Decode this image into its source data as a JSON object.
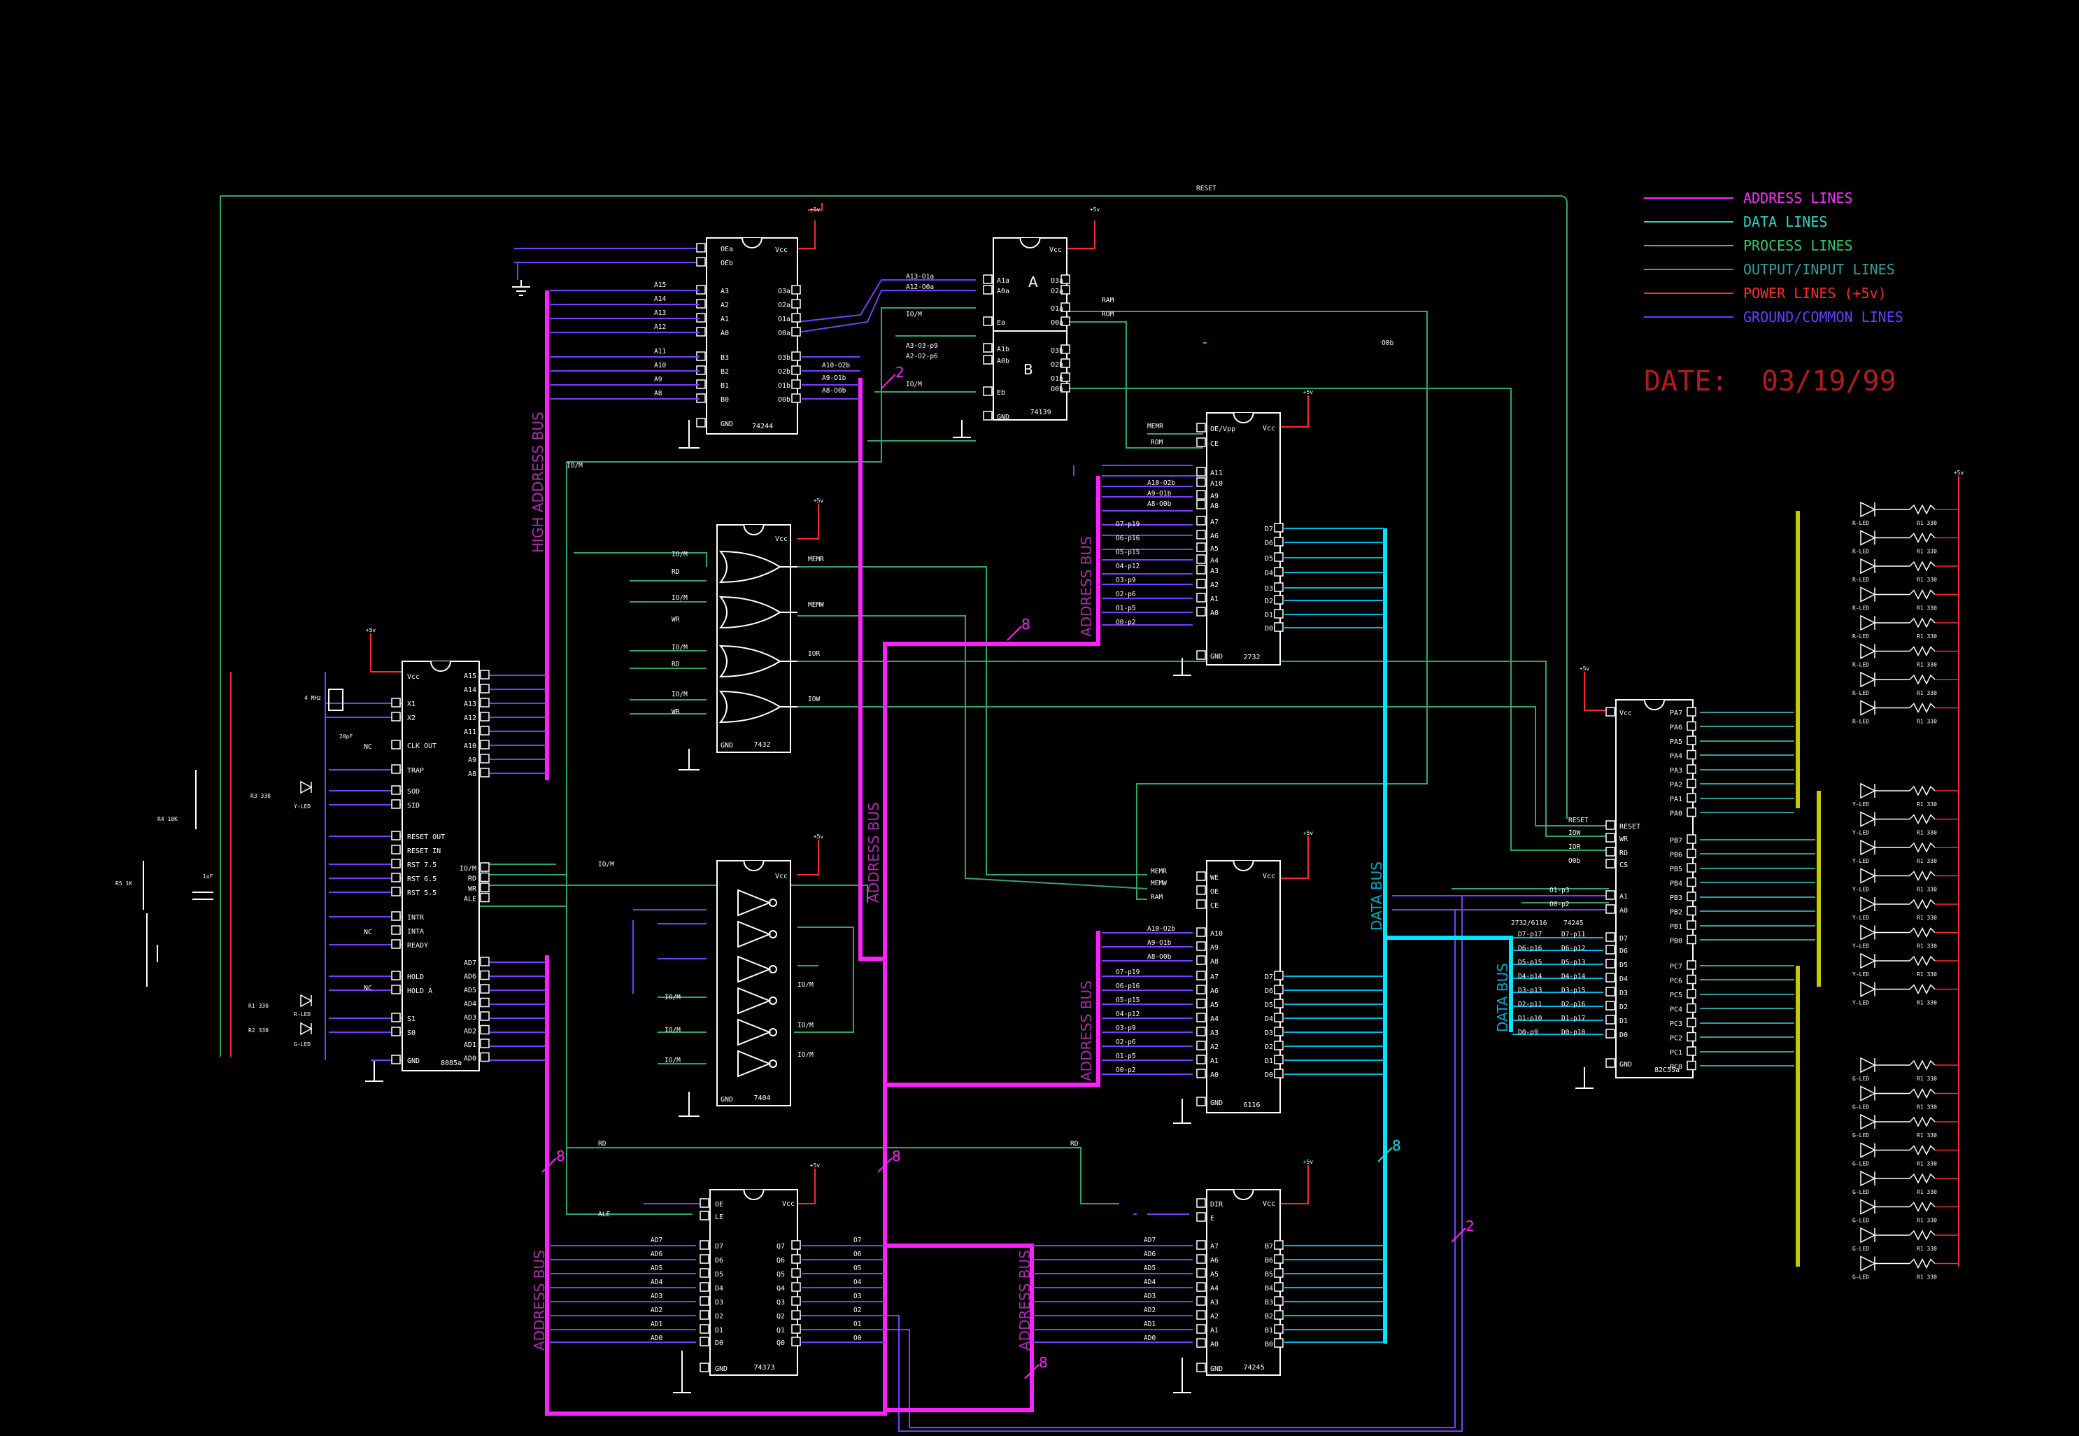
{
  "legend": [
    {
      "label": "ADDRESS LINES",
      "color": "#ff2bff"
    },
    {
      "label": "DATA LINES",
      "color": "#2bd4c8"
    },
    {
      "label": "PROCESS LINES",
      "color": "#2ec86a"
    },
    {
      "label": "OUTPUT/INPUT LINES",
      "color": "#2ea0a0"
    },
    {
      "label": "POWER LINES (+5v)",
      "color": "#ff2a2a"
    },
    {
      "label": "GROUND/COMMON LINES",
      "color": "#6a3cff"
    }
  ],
  "date": {
    "label": "DATE:",
    "value": "03/19/99"
  },
  "wire_labels": {
    "reset": "RESET",
    "io_m": "IO/M",
    "rd": "RD",
    "ale": "ALE",
    "ram": "RAM",
    "rom": "ROM",
    "o0b": "O0b",
    "memr": "MEMR",
    "memw": "MEMW",
    "ior": "IOR",
    "iow": "IOW",
    "wr": "WR",
    "crystal": "4 MHz",
    "cap20": "20pF",
    "cap1u": "1uF",
    "r4": "R4 10K",
    "r5": "R5 1K",
    "r3": "R3 330",
    "r1": "R1 330",
    "r2": "R2 330",
    "yled": "Y-LED",
    "rled": "R-LED",
    "gled": "G-LED",
    "vcc5": "+5v",
    "nc": "NC",
    "count8": "8",
    "count2": "2",
    "o1p3": "O1-p3",
    "o0p2": "O0-p2"
  },
  "bus_labels": {
    "high_address": "HIGH ADDRESS BUS",
    "address": "ADDRESS BUS",
    "data": "DATA BUS"
  },
  "chips": {
    "u8085": {
      "name": "8085a",
      "left": [
        "X1",
        "X2",
        "CLK OUT",
        "TRAP",
        "SOD",
        "SID",
        "RESET OUT",
        "RESET IN",
        "RST 7.5",
        "RST 6.5",
        "RST 5.5",
        "INTR",
        "INTA",
        "READY",
        "HOLD",
        "HOLD A",
        "S1",
        "S0",
        "GND"
      ],
      "right_top": [
        "A15",
        "A14",
        "A13",
        "A12",
        "A11",
        "A10",
        "A9",
        "A8"
      ],
      "right_mid": [
        "IO/M",
        "RD",
        "WR",
        "ALE"
      ],
      "right_bot": [
        "AD7",
        "AD6",
        "AD5",
        "AD4",
        "AD3",
        "AD2",
        "AD1",
        "AD0"
      ],
      "vcc": "Vcc"
    },
    "u74244": {
      "name": "74244",
      "left": [
        "OEa",
        "OEb",
        "A3",
        "A2",
        "A1",
        "A0",
        "B3",
        "B2",
        "B1",
        "B0",
        "GND"
      ],
      "right": [
        "O3a",
        "O2a",
        "O1a",
        "O0a",
        "O3b",
        "O2b",
        "O1b",
        "O0b"
      ],
      "vcc": "Vcc"
    },
    "u74139": {
      "name": "74139",
      "left": [
        "A1a",
        "A0a",
        "Ea",
        "A1b",
        "A0b",
        "Eb",
        "GND"
      ],
      "right": [
        "O3a",
        "O2a",
        "O1a",
        "O0a",
        "O3b",
        "O2b",
        "O1b",
        "O0b"
      ],
      "unit_a": "A",
      "unit_b": "B",
      "vcc": "Vcc"
    },
    "u7432": {
      "name": "7432",
      "vcc": "Vcc",
      "gnd": "GND",
      "outs": [
        "MEMR",
        "MEMW",
        "IOR",
        "IOW"
      ]
    },
    "u7404": {
      "name": "7404",
      "vcc": "Vcc",
      "gnd": "GND"
    },
    "u2732": {
      "name": "2732",
      "left": [
        "OE/Vpp",
        "CE",
        "A11",
        "A10",
        "A9",
        "A8",
        "A7",
        "A6",
        "A5",
        "A4",
        "A3",
        "A2",
        "A1",
        "A0",
        "GND"
      ],
      "right": [
        "D7",
        "D6",
        "D5",
        "D4",
        "D3",
        "D2",
        "D1",
        "D0"
      ],
      "vcc": "Vcc"
    },
    "u6116": {
      "name": "6116",
      "left": [
        "WE",
        "OE",
        "CE",
        "A10",
        "A9",
        "A8",
        "A7",
        "A6",
        "A5",
        "A4",
        "A3",
        "A2",
        "A1",
        "A0",
        "GND"
      ],
      "right": [
        "D7",
        "D6",
        "D5",
        "D4",
        "D3",
        "D2",
        "D1",
        "D0"
      ],
      "vcc": "Vcc"
    },
    "u74373": {
      "name": "74373",
      "left": [
        "OE",
        "LE",
        "D7",
        "D6",
        "D5",
        "D4",
        "D3",
        "D2",
        "D1",
        "D0",
        "GND"
      ],
      "right": [
        "Q7",
        "Q6",
        "Q5",
        "Q4",
        "Q3",
        "Q2",
        "Q1",
        "Q0"
      ],
      "vcc": "Vcc"
    },
    "u74245": {
      "name": "74245",
      "left": [
        "DIR",
        "E",
        "A7",
        "A6",
        "A5",
        "A4",
        "A3",
        "A2",
        "A1",
        "A0",
        "GND"
      ],
      "right": [
        "B7",
        "B6",
        "B5",
        "B4",
        "B3",
        "B2",
        "B1",
        "B0"
      ],
      "vcc": "Vcc"
    },
    "u8255": {
      "name": "82C55a",
      "left": [
        "Vcc",
        "RESET",
        "WR",
        "RD",
        "CS",
        "A1",
        "A0",
        "D7",
        "D6",
        "D5",
        "D4",
        "D3",
        "D2",
        "D1",
        "D0",
        "GND"
      ],
      "right_a": [
        "PA7",
        "PA6",
        "PA5",
        "PA4",
        "PA3",
        "PA2",
        "PA1",
        "PA0"
      ],
      "right_b": [
        "PB7",
        "PB6",
        "PB5",
        "PB4",
        "PB3",
        "PB2",
        "PB1",
        "PB0"
      ],
      "right_c": [
        "PC7",
        "PC6",
        "PC5",
        "PC4",
        "PC3",
        "PC2",
        "PC1",
        "PC0"
      ]
    }
  },
  "signal_tables": {
    "hi_addr": [
      "A15",
      "A14",
      "A13",
      "A12",
      "A11",
      "A10",
      "A9",
      "A8"
    ],
    "ad": [
      "AD7",
      "AD6",
      "AD5",
      "AD4",
      "AD3",
      "AD2",
      "AD1",
      "AD0"
    ],
    "od": [
      "O7",
      "O6",
      "O5",
      "O4",
      "O3",
      "O2",
      "O1",
      "O0"
    ],
    "rom_low": [
      "O7-p19",
      "O6-p16",
      "O5-p15",
      "O4-p12",
      "O3-p9",
      "O2-p6",
      "O1-p5",
      "O0-p2"
    ],
    "rom_high": [
      "A10-O2b",
      "A9-O1b",
      "A8-O0b"
    ],
    "dec_a": [
      "A13-O1a",
      "A12-O0a"
    ],
    "dec_b": [
      "A3-O3-p9",
      "A2-O2-p6"
    ],
    "bus_map_title": [
      "2732/6116",
      "74245"
    ],
    "bus_map_left": [
      "D7-p17",
      "D6-p16",
      "D5-p15",
      "D4-p14",
      "D3-p13",
      "D2-p11",
      "D1-p10",
      "D0-p9"
    ],
    "bus_map_right": [
      "D7-p11",
      "D6-p12",
      "D5-p13",
      "D4-p14",
      "D3-p15",
      "D2-p16",
      "D1-p17",
      "D0-p18"
    ]
  }
}
